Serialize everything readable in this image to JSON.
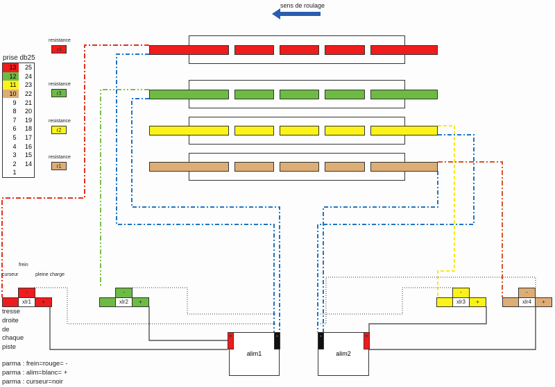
{
  "header": {
    "direction_label": "sens de roulage"
  },
  "colors": {
    "r4": "#ee1c1c",
    "r3": "#6dbb45",
    "r2": "#fbf21a",
    "r1": "#dcae76",
    "blue": "#1d74c4",
    "arrow": "#2a5db0"
  },
  "db25": {
    "title": "prise db25",
    "rows": [
      [
        "13",
        "25"
      ],
      [
        "12",
        "24"
      ],
      [
        "11",
        "23"
      ],
      [
        "10",
        "22"
      ],
      [
        "9",
        "21"
      ],
      [
        "8",
        "20"
      ],
      [
        "7",
        "19"
      ],
      [
        "6",
        "18"
      ],
      [
        "5",
        "17"
      ],
      [
        "4",
        "16"
      ],
      [
        "3",
        "15"
      ],
      [
        "2",
        "14"
      ],
      [
        "1",
        ""
      ]
    ]
  },
  "resistances": [
    {
      "caption": "resistance",
      "label": "r4"
    },
    {
      "caption": "resistance",
      "label": "r3"
    },
    {
      "caption": "resistance",
      "label": "r2"
    },
    {
      "caption": "resistance",
      "label": "r1"
    }
  ],
  "connectors": [
    {
      "label": "xlr1",
      "minus": "-",
      "plus": "+"
    },
    {
      "label": "xlr2",
      "minus": "-",
      "plus": "+"
    },
    {
      "label": "xlr3",
      "minus": "-",
      "plus": "+"
    },
    {
      "label": "xlr4",
      "minus": "-",
      "plus": "+"
    }
  ],
  "annotations": {
    "frein": "frein",
    "curseur": "curseur",
    "pleine_charge": "pleine charge",
    "tresse": [
      "tresse",
      "droite",
      "de",
      "chaque",
      "piste"
    ]
  },
  "alims": [
    {
      "label": "alim1",
      "plus": "+",
      "minus": "-"
    },
    {
      "label": "alim2",
      "plus": "+",
      "minus": "-"
    }
  ],
  "legend": [
    "parma : frein=rouge=  -",
    "parma : alim=blanc= +",
    "parma : curseur=noir"
  ]
}
